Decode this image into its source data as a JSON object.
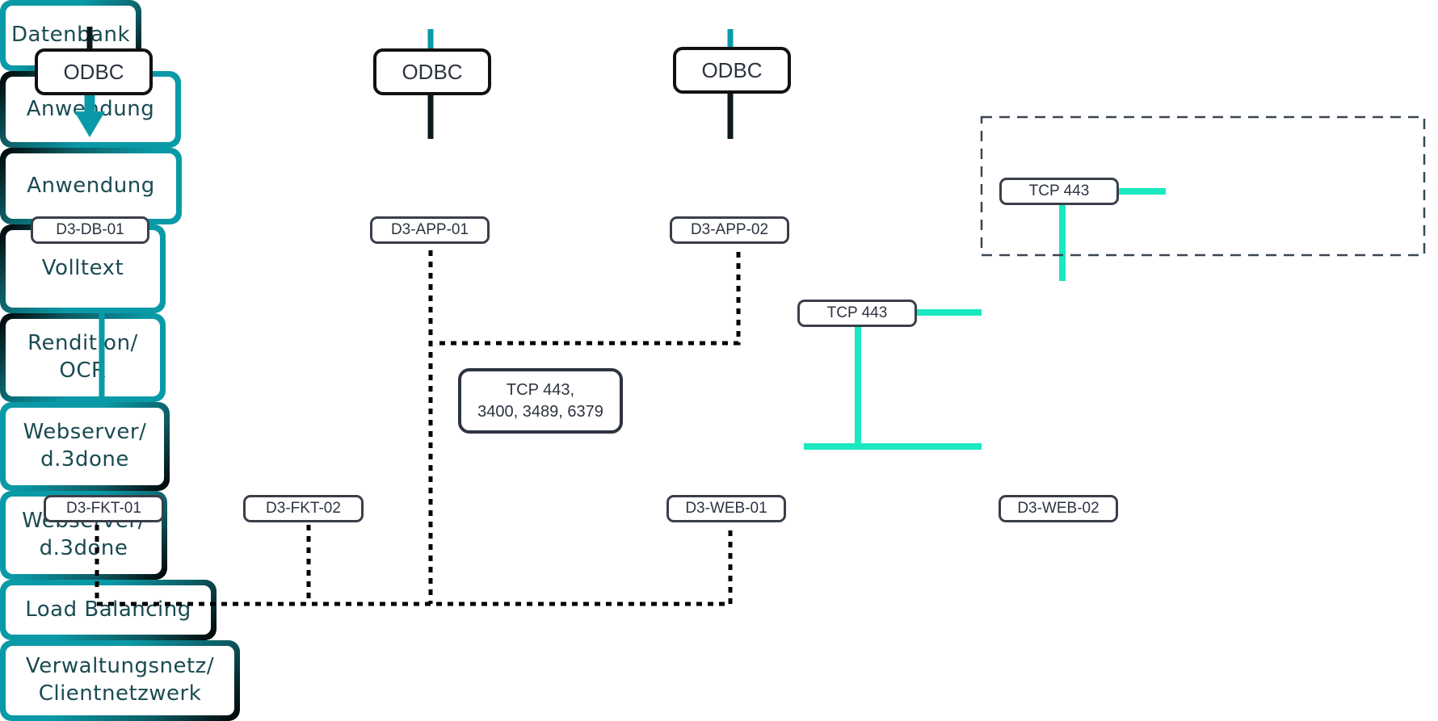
{
  "colors": {
    "teal": "#0a9aa7",
    "dark": "#0b1a1c",
    "mint": "#19e8c0",
    "outline": "#2d3340"
  },
  "odbc_labels": [
    "ODBC",
    "ODBC",
    "ODBC"
  ],
  "nodes": {
    "db": {
      "label": "Datenbank",
      "tag": "D3-DB-01"
    },
    "app1": {
      "label": "Anwendung",
      "tag": "D3-APP-01"
    },
    "app2": {
      "label": "Anwendung",
      "tag": "D3-APP-02"
    },
    "volltext": {
      "label": "Volltext",
      "tag": "D3-FKT-01"
    },
    "rendition": {
      "label_line1": "Rendition/",
      "label_line2": "OCR",
      "tag": "D3-FKT-02"
    },
    "web1": {
      "label_line1": "Webserver/",
      "label_line2": "d.3done",
      "tag": "D3-WEB-01"
    },
    "web2": {
      "label_line1": "Webserver/",
      "label_line2": "d.3done",
      "tag": "D3-WEB-02"
    },
    "lb": {
      "label": "Load Balancing"
    },
    "client": {
      "label_line1": "Verwaltungsnetz/",
      "label_line2": "Clientnetzwerk"
    }
  },
  "ports": {
    "line1": "TCP 443,",
    "line2": "3400, 3489, 6379"
  },
  "tcp_labels": {
    "lb": "TCP 443",
    "client": "TCP 443"
  }
}
